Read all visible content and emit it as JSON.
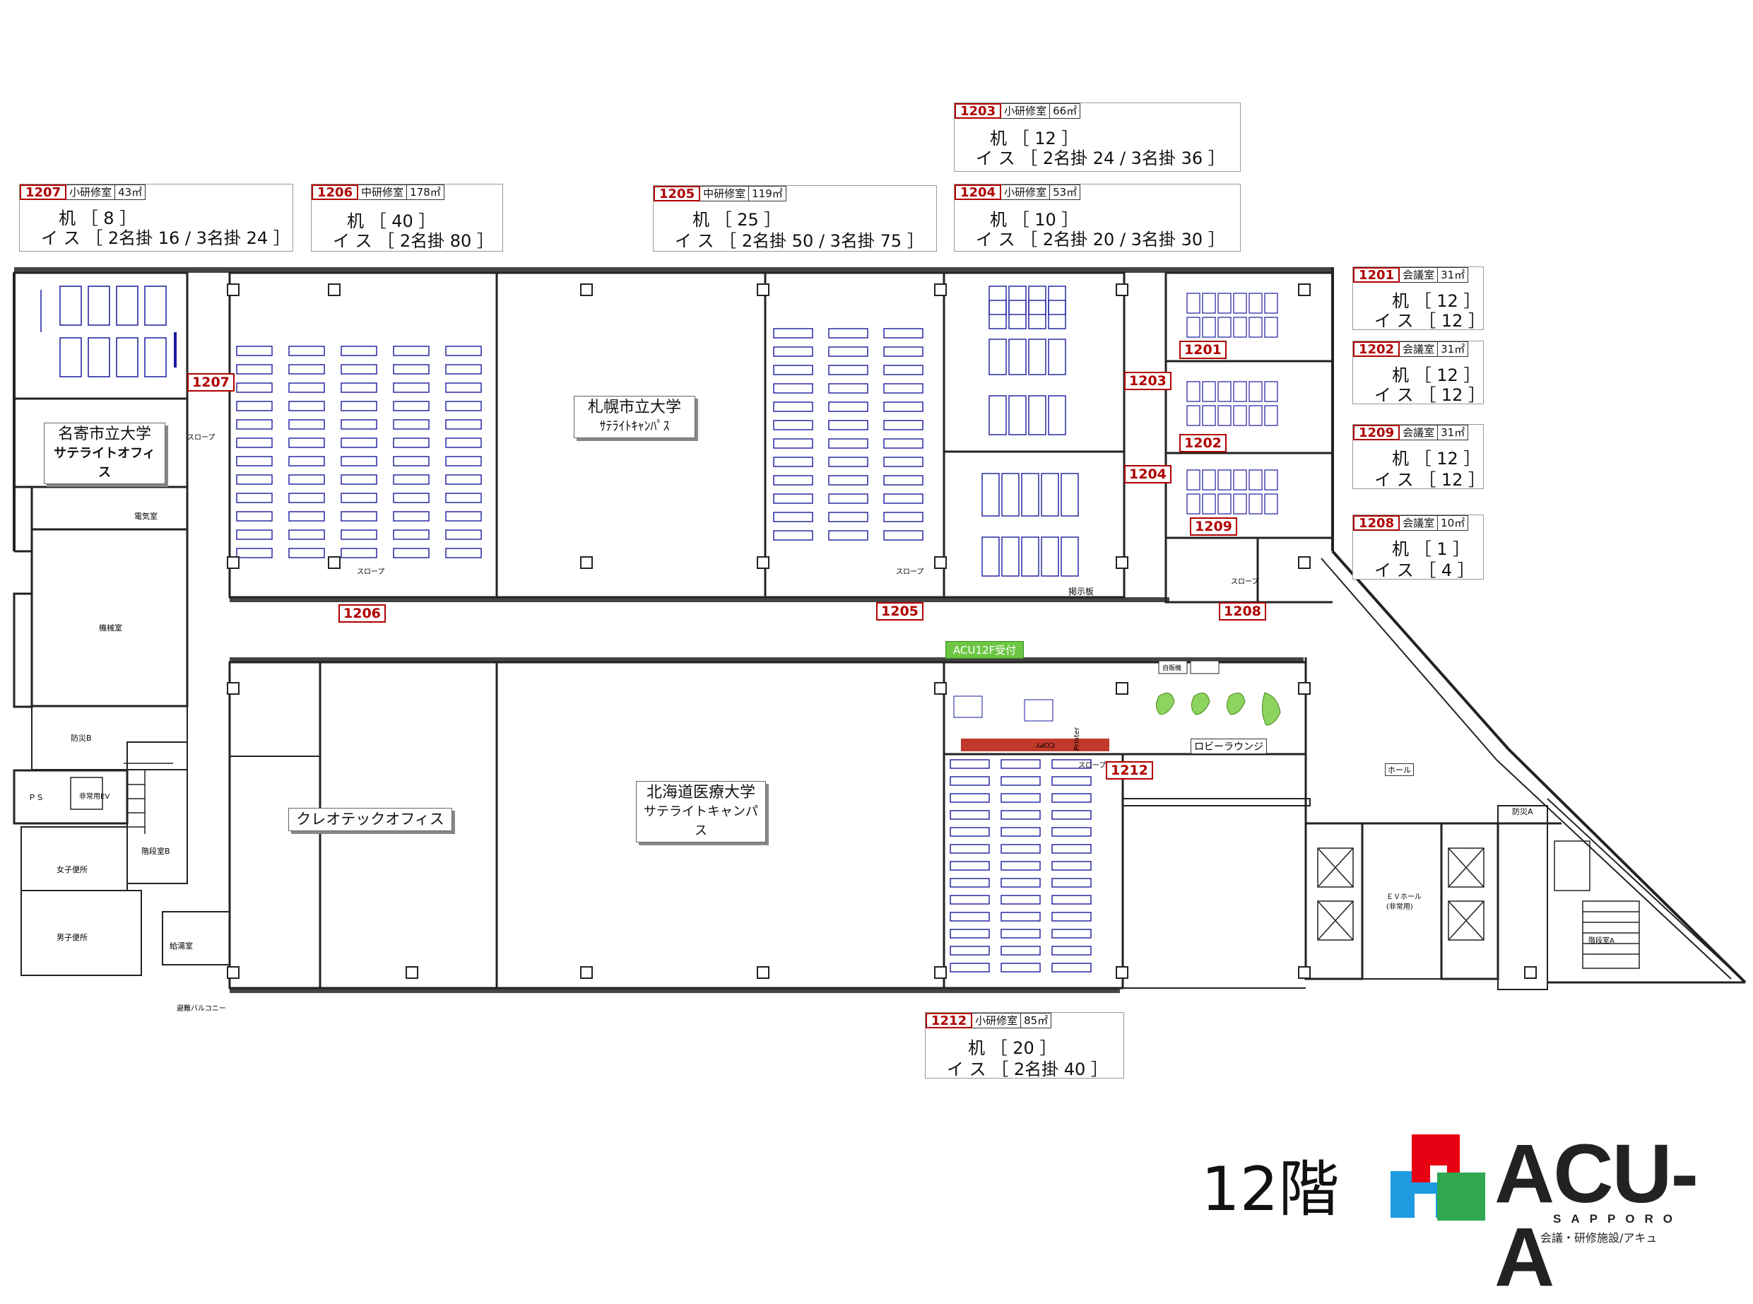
{
  "floor_label": "12階",
  "brand": {
    "name": "ACU-A",
    "city": "SAPPORO",
    "tagline": "会議・研修施設/アキュ",
    "colors": {
      "red": "#e60012",
      "blue": "#1e9be0",
      "green": "#2fa84f"
    }
  },
  "rooms": [
    {
      "id": "1203",
      "type": "小研修室",
      "area": "66㎡",
      "desks": "机 ［ 12 ］",
      "chairs": "イ ス ［ 2名掛 24 / 3名掛 36 ］"
    },
    {
      "id": "1207",
      "type": "小研修室",
      "area": "43㎡",
      "desks": "机 ［ 8 ］",
      "chairs": "イ ス ［ 2名掛 16 / 3名掛 24 ］"
    },
    {
      "id": "1206",
      "type": "中研修室",
      "area": "178㎡",
      "desks": "机 ［ 40 ］",
      "chairs": "イ ス ［ 2名掛 80 ］"
    },
    {
      "id": "1205",
      "type": "中研修室",
      "area": "119㎡",
      "desks": "机 ［ 25 ］",
      "chairs": "イ ス ［ 2名掛 50 / 3名掛 75 ］"
    },
    {
      "id": "1204",
      "type": "小研修室",
      "area": "53㎡",
      "desks": "机 ［ 10 ］",
      "chairs": "イ ス ［ 2名掛 20 / 3名掛 30 ］"
    },
    {
      "id": "1201",
      "type": "会議室",
      "area": "31㎡",
      "desks": "机 ［ 12 ］",
      "chairs": "イ ス ［ 12 ］"
    },
    {
      "id": "1202",
      "type": "会議室",
      "area": "31㎡",
      "desks": "机 ［ 12 ］",
      "chairs": "イ ス ［ 12 ］"
    },
    {
      "id": "1209",
      "type": "会議室",
      "area": "31㎡",
      "desks": "机 ［ 12 ］",
      "chairs": "イ ス ［ 12 ］"
    },
    {
      "id": "1208",
      "type": "会議室",
      "area": "10㎡",
      "desks": "机 ［ 1 ］",
      "chairs": "イ ス ［ 4 ］"
    },
    {
      "id": "1212",
      "type": "小研修室",
      "area": "85㎡",
      "desks": "机 ［ 20 ］",
      "chairs": "イ ス ［ 2名掛 40 ］"
    }
  ],
  "tenants": {
    "nagoya": {
      "line1": "名寄市立大学",
      "line2": "サテライトオフィス"
    },
    "sapporo": {
      "line1": "札幌市立大学",
      "line2": "ｻﾃﾗｲﾄｷｬﾝﾊﾟｽ"
    },
    "hokkaido": {
      "line1": "北海道医療大学",
      "line2": "サテライトキャンパス"
    },
    "creotec": {
      "line1": "クレオテックオフィス"
    }
  },
  "reception": "ACU12F受付",
  "lobby": "ロビーラウンジ",
  "plan_labels": {
    "denki": "電気室",
    "kikai": "機械室",
    "hall": "ホール",
    "ev_hall": "ＥＶホール",
    "ev_hall_sub": "(非常用)",
    "bousai_b": "防災B",
    "bousai_a": "防災A",
    "hijou_b": "非常用EV",
    "kaidan_b": "階段室B",
    "kaidan_a": "階段室A",
    "female": "女子便所",
    "male": "男子便所",
    "ps": "ＰＳ",
    "slope": "スロープ",
    "keijiban": "掲示板",
    "printer": "Printer",
    "copy": "COPY",
    "jihan": "自販機",
    "kyuto": "給湯室",
    "balcony": "避難バルコニー"
  }
}
